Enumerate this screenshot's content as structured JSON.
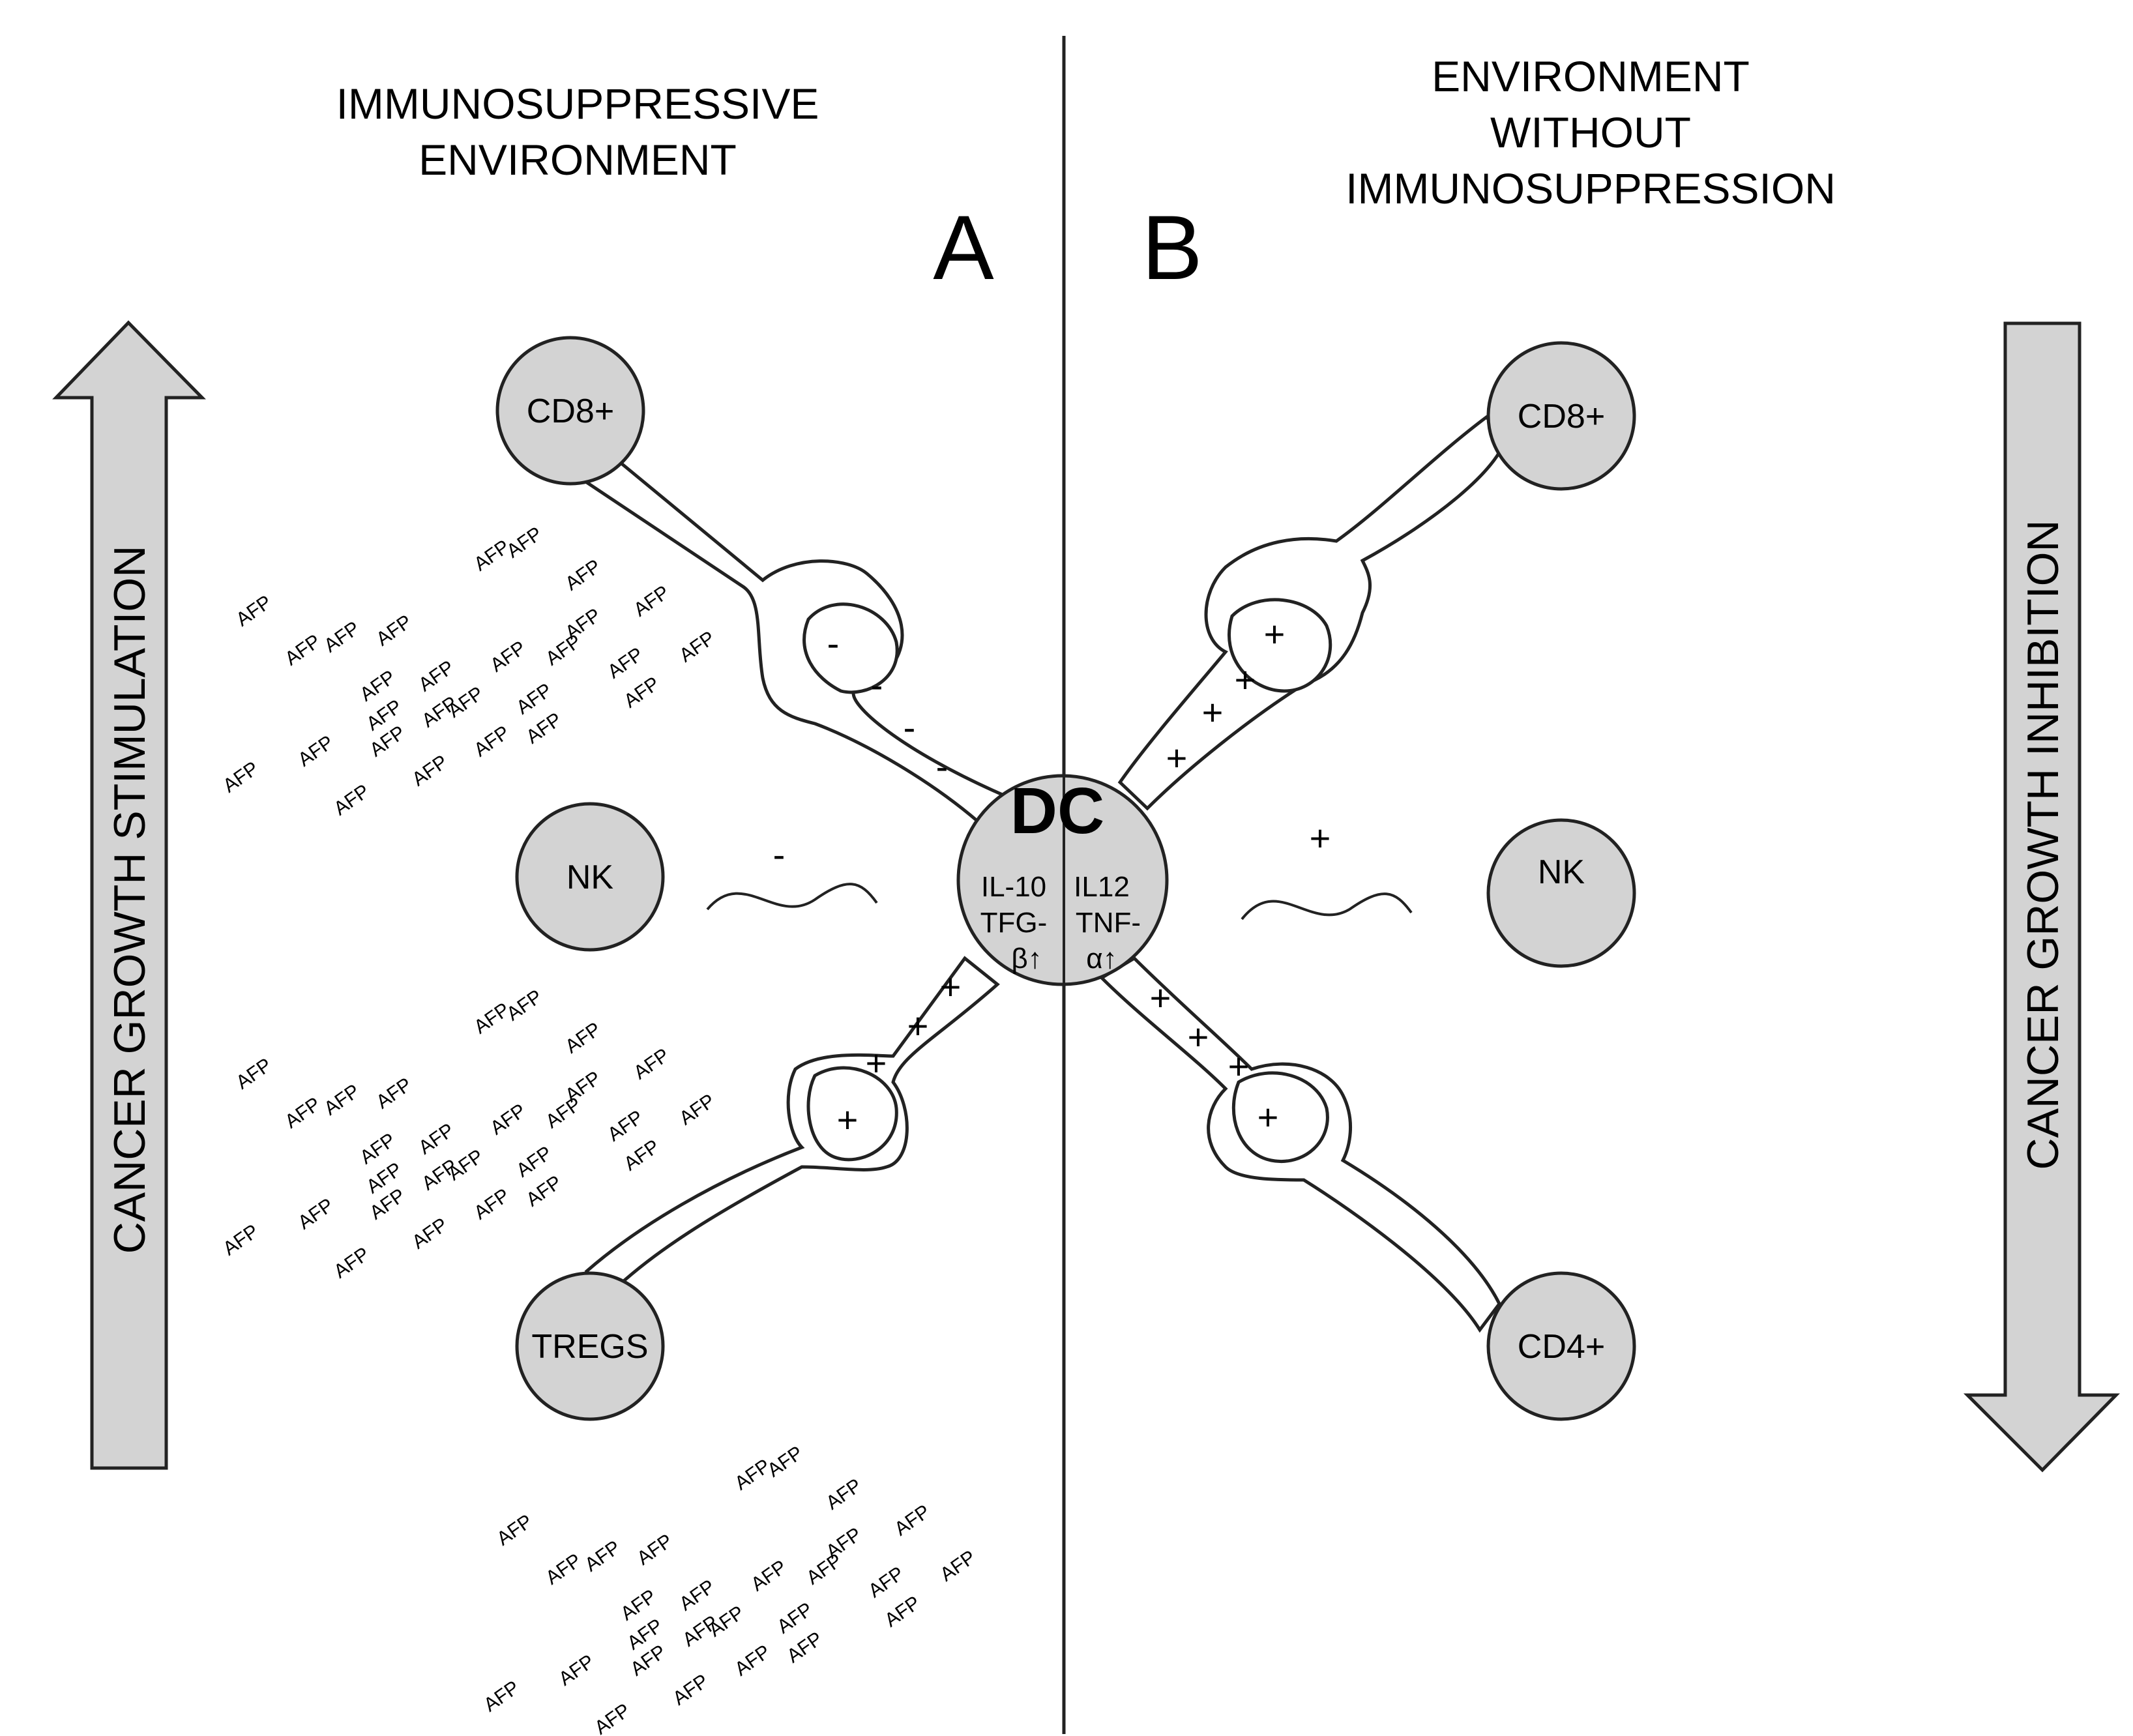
{
  "headers": {
    "left_line1": "IMMUNOSUPPRESSIVE",
    "left_line2": "ENVIRONMENT",
    "right_line1": "ENVIRONMENT",
    "right_line2": "WITHOUT",
    "right_line3": "IMMUNOSUPPRESSION"
  },
  "panel_letters": {
    "a": "A",
    "b": "B"
  },
  "side_arrows": {
    "left": "CANCER GROWTH STIMULATION",
    "right": "CANCER GROWTH INHIBITION"
  },
  "cells": {
    "dc": "DC",
    "cd8_left": "CD8+",
    "nk_left": "NK",
    "tregs": "TREGS",
    "cd8_right": "CD8+",
    "nk_right": "NK",
    "cd4": "CD4+"
  },
  "cytokines": {
    "left_1": "IL-10",
    "left_2": "TFG-",
    "left_3": "β↑",
    "right_1": "IL12",
    "right_2": "TNF-",
    "right_3": "α↑"
  },
  "signs": {
    "minus": "-",
    "plus": "+"
  },
  "afp_label": "AFP",
  "colors": {
    "cell_fill": "#d3d3d3",
    "line": "#222222"
  }
}
